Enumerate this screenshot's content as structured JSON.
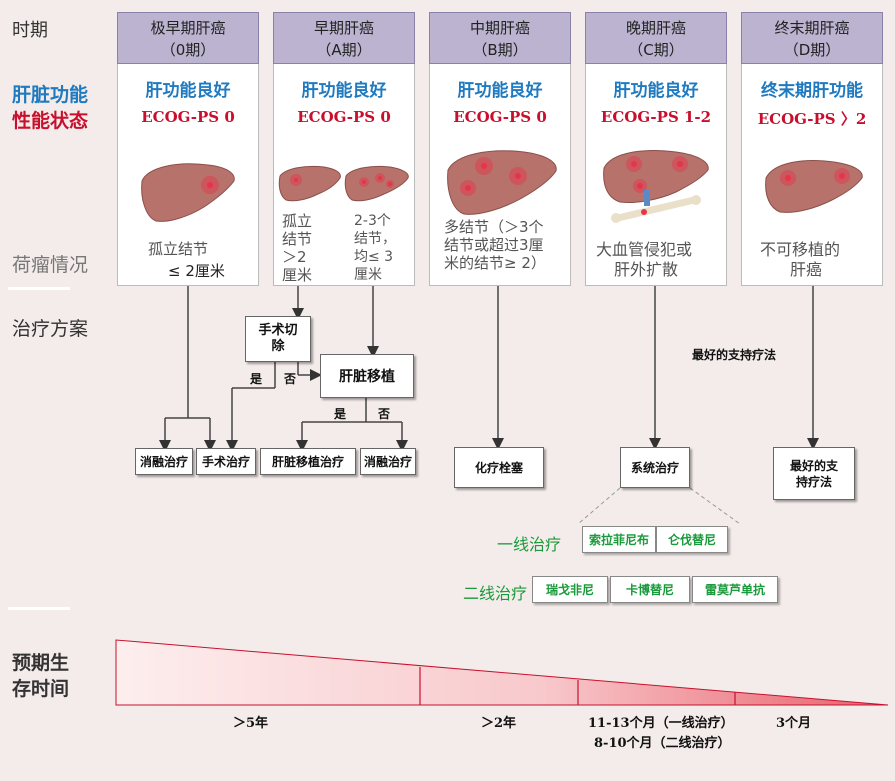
{
  "row_labels": {
    "stage": "时期",
    "liver_function_1": "肝脏功能",
    "liver_function_2": "性能状态",
    "tumor_burden": "荷瘤情况",
    "treatment": "治疗方案",
    "survival_1": "预期生",
    "survival_2": "存时间"
  },
  "stages": [
    {
      "name": "极早期肝癌",
      "code": "（0期）",
      "function": "肝功能良好",
      "ecog": "ECOG-PS 0",
      "tumor_1": "孤立结节",
      "tumor_2": "≤ 2厘米"
    },
    {
      "name": "早期肝癌",
      "code": "（A期）",
      "function": "肝功能良好",
      "ecog": "ECOG-PS 0",
      "tumor_a_1": "孤立",
      "tumor_a_2": "结节",
      "tumor_a_3": "＞2",
      "tumor_a_4": "厘米",
      "tumor_b_1": "2-3个",
      "tumor_b_2": "结节，",
      "tumor_b_3": "均≤ 3",
      "tumor_b_4": "厘米"
    },
    {
      "name": "中期肝癌",
      "code": "（B期）",
      "function": "肝功能良好",
      "ecog": "ECOG-PS 0",
      "tumor_1": "多结节（＞3个",
      "tumor_2": "结节或超过3厘",
      "tumor_3": "米的结节≥ 2）"
    },
    {
      "name": "晚期肝癌",
      "code": "（C期）",
      "function": "肝功能良好",
      "ecog": "ECOG-PS 1-2",
      "tumor_1": "大血管侵犯或",
      "tumor_2": "肝外扩散"
    },
    {
      "name": "终末期肝癌",
      "code": "（D期）",
      "function": "终末期肝功能",
      "ecog": "ECOG-PS 〉2",
      "tumor_1": "不可移植的",
      "tumor_2": "肝癌"
    }
  ],
  "treatment": {
    "surgery_q_1": "手术切",
    "surgery_q_2": "除",
    "transplant_q": "肝脏移植",
    "yes": "是",
    "no": "否",
    "ablation": "消融治疗",
    "surgery": "手术治疗",
    "transplant": "肝脏移植治疗",
    "chemo": "化疗栓塞",
    "systemic": "系统治疗",
    "best_support_note": "最好的支持疗法",
    "best_support_1": "最好的支",
    "best_support_2": "持疗法",
    "first_line_label": "一线治疗",
    "second_line_label": "二线治疗",
    "first_line": [
      "索拉菲尼布",
      "仑伐替尼"
    ],
    "second_line": [
      "瑞戈非尼",
      "卡博替尼",
      "雷莫芦单抗"
    ]
  },
  "survival": {
    "s0": "＞5年",
    "s1": "＞2年",
    "s2_1": "11-13个月（一线治疗）",
    "s2_2": "8-10个月（二线治疗）",
    "s3": "3个月"
  },
  "colors": {
    "header": "#bbb3cf",
    "function_text": "#1f7ac0",
    "ecog_text": "#c8102e",
    "drug_text": "#1a9a3a",
    "liver": "#b7726c",
    "tumor": "#e8344a"
  }
}
